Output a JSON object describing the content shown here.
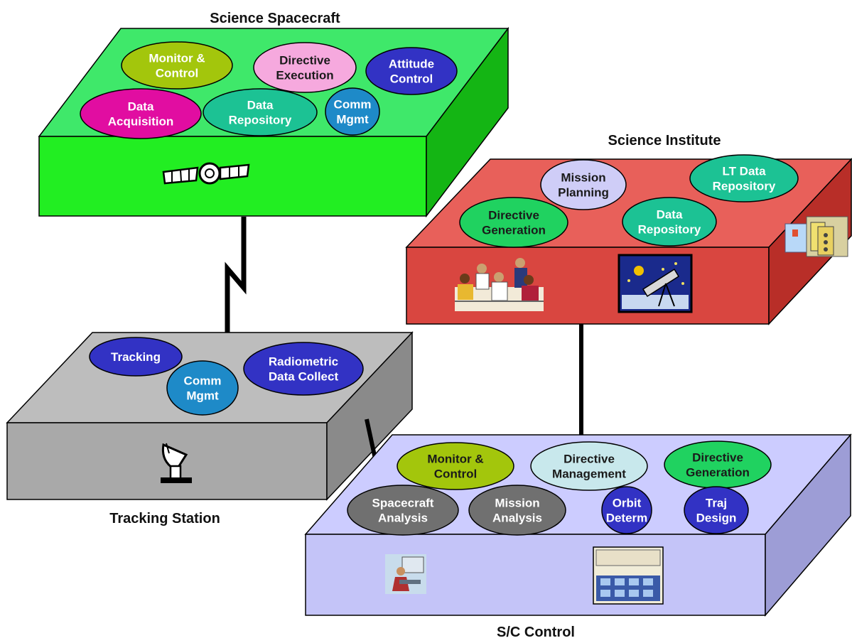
{
  "titles": {
    "spacecraft": "Science Spacecraft",
    "institute": "Science  Institute",
    "tracking": "Tracking Station",
    "control": "S/C Control"
  },
  "colors": {
    "spacecraft_top": "#3fe86a",
    "spacecraft_front": "#22ee22",
    "spacecraft_side": "#14b514",
    "institute_top": "#e8605a",
    "institute_front": "#d94640",
    "institute_side": "#b82e28",
    "tracking_top": "#bdbdbd",
    "tracking_front": "#a9a9a9",
    "tracking_side": "#8a8a8a",
    "control_top": "#ccccff",
    "control_front": "#c4c4f8",
    "control_side": "#9d9dd6"
  },
  "nodes": {
    "sc_monitor": {
      "line1": "Monitor &",
      "line2": "Control",
      "color": "#a3c60c"
    },
    "sc_directive_exec": {
      "line1": "Directive",
      "line2": "Execution",
      "color": "#f6a9de"
    },
    "sc_attitude": {
      "line1": "Attitude",
      "line2": "Control",
      "color": "#3232c4"
    },
    "sc_data_acq": {
      "line1": "Data",
      "line2": "Acquisition",
      "color": "#e10da1"
    },
    "sc_data_repo": {
      "line1": "Data",
      "line2": "Repository",
      "color": "#1cc294"
    },
    "sc_comm": {
      "line1": "Comm",
      "line2": "Mgmt",
      "color": "#1e8ac8"
    },
    "si_mission_planning": {
      "line1": "Mission",
      "line2": "Planning",
      "color": "#cfcdf7"
    },
    "si_lt_data_repo": {
      "line1": "LT Data",
      "line2": "Repository",
      "color": "#1cc294"
    },
    "si_directive_gen": {
      "line1": "Directive",
      "line2": "Generation",
      "color": "#20d260"
    },
    "si_data_repo": {
      "line1": "Data",
      "line2": "Repository",
      "color": "#1cc294"
    },
    "ts_tracking": {
      "line1": "Tracking",
      "line2": "",
      "color": "#3232c4"
    },
    "ts_comm": {
      "line1": "Comm",
      "line2": "Mgmt",
      "color": "#1e8ac8"
    },
    "ts_radiometric": {
      "line1": "Radiometric",
      "line2": "Data Collect",
      "color": "#3232c4"
    },
    "cc_monitor": {
      "line1": "Monitor &",
      "line2": "Control",
      "color": "#a3c60c"
    },
    "cc_directive_mgmt": {
      "line1": "Directive",
      "line2": "Management",
      "color": "#c8e8ec"
    },
    "cc_directive_gen": {
      "line1": "Directive",
      "line2": "Generation",
      "color": "#20d260"
    },
    "cc_spacecraft_analysis": {
      "line1": "Spacecraft",
      "line2": "Analysis",
      "color": "#707070"
    },
    "cc_mission_analysis": {
      "line1": "Mission",
      "line2": "Analysis",
      "color": "#707070"
    },
    "cc_orbit": {
      "line1": "Orbit",
      "line2": "Determ",
      "color": "#3232c4"
    },
    "cc_traj": {
      "line1": "Traj",
      "line2": "Design",
      "color": "#3232c4"
    }
  }
}
